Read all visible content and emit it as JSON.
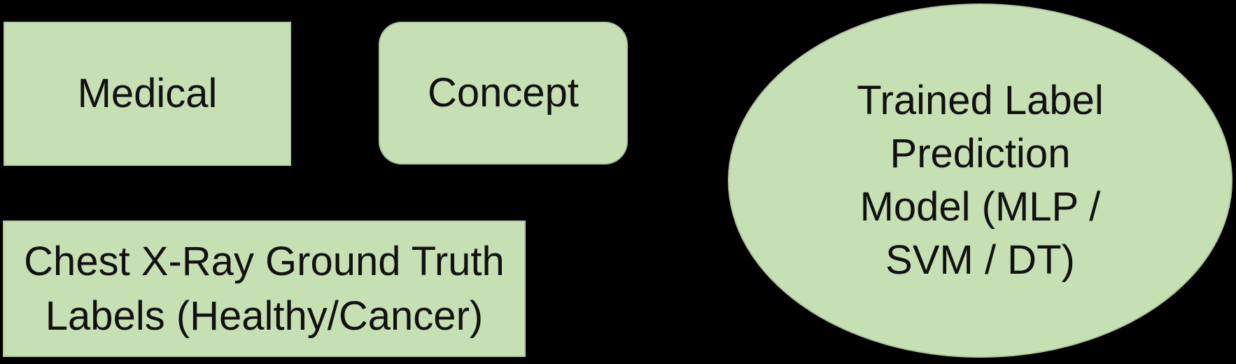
{
  "colors": {
    "background": "#000000",
    "node_fill": "#c6e0b4",
    "node_text": "#111111"
  },
  "diagram": {
    "nodes": [
      {
        "id": "medical",
        "shape": "rectangle",
        "label": "Medical",
        "lines": [
          "Medical"
        ]
      },
      {
        "id": "concept",
        "shape": "rounded-rectangle",
        "label": "Concept",
        "lines": [
          "Concept"
        ]
      },
      {
        "id": "chest-xray-ground-truth-labels",
        "shape": "rectangle",
        "label": "Chest X-Ray Ground Truth Labels (Healthy/Cancer)",
        "lines": [
          "Chest X-Ray Ground Truth",
          "Labels (Healthy/Cancer)"
        ]
      },
      {
        "id": "trained-label-prediction-model",
        "shape": "ellipse",
        "label": "Trained Label Prediction Model (MLP / SVM / DT)",
        "lines": [
          "Trained Label",
          "Prediction",
          "Model (MLP /",
          "SVM / DT)"
        ]
      }
    ]
  }
}
